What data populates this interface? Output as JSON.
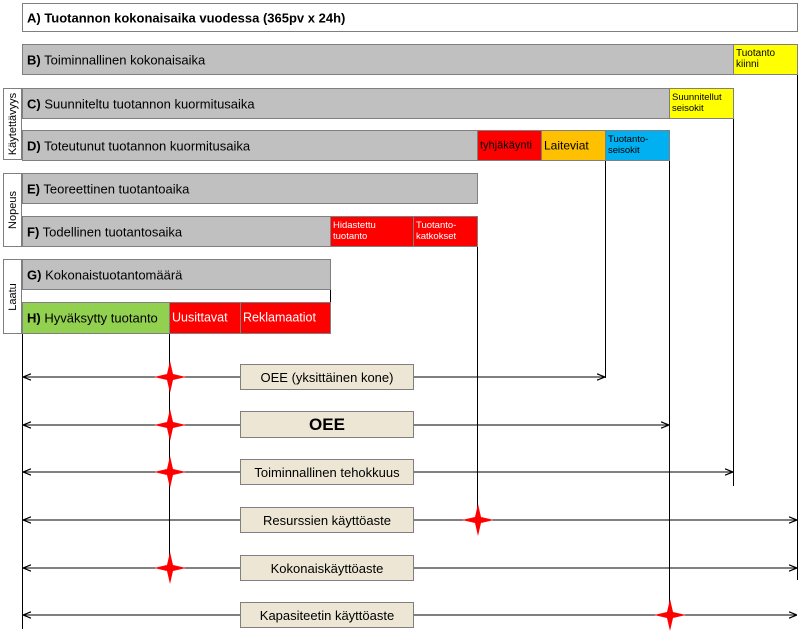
{
  "title": "A) Tuotannon kokonaisaika vuodessa (365pv x 24h)",
  "side_labels": {
    "availability": "Käytettävyys",
    "speed": "Nopeus",
    "quality": "Laatu"
  },
  "bars": {
    "b": {
      "letter": "B)",
      "text": "Toiminnallinen kokonaisaika",
      "extra": "Tuotanto kiinni"
    },
    "c": {
      "letter": "C)",
      "text": "Suunniteltu tuotannon kuormitusaika",
      "extra": "Suunnitellut seisokit"
    },
    "d": {
      "letter": "D)",
      "text": "Toteutunut tuotannon kuormitusaika",
      "seg1": "tyhjäkäynti",
      "seg2": "Laiteviat",
      "seg3": "Tuotanto-seisokit"
    },
    "e": {
      "letter": "E)",
      "text": "Teoreettinen tuotantoaika"
    },
    "f": {
      "letter": "F)",
      "text": "Todellinen tuotantosaika",
      "seg1": "Hidastettu tuotanto",
      "seg2": "Tuotanto-katkokset"
    },
    "g": {
      "letter": "G)",
      "text": "Kokonaistuotantomäärä"
    },
    "h": {
      "letter": "H)",
      "text": "Hyväksytty tuotanto",
      "seg1": "Uusittavat",
      "seg2": "Reklamaatiot"
    }
  },
  "metrics": [
    "OEE (yksittäinen kone)",
    "OEE",
    "Toiminnallinen tehokkuus",
    "Resurssien käyttöaste",
    "Kokonaiskäyttöaste",
    "Kapasiteetin käyttöaste"
  ],
  "colors": {
    "gray": "#c0c0c0",
    "yellow": "#ffff00",
    "red": "#ff0000",
    "orange": "#ffc000",
    "blue": "#00b0f0",
    "green": "#92d050",
    "legend": "#ede6d4",
    "star": "#ff0000"
  }
}
